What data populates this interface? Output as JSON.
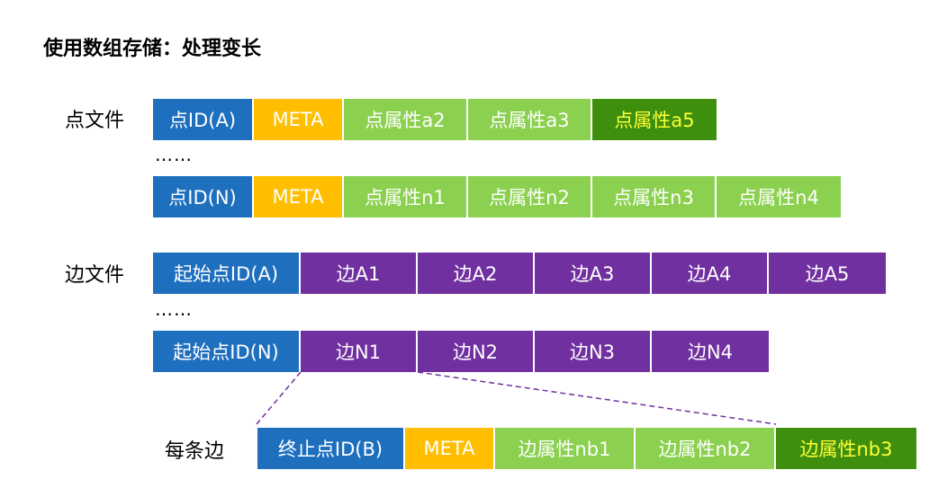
{
  "title": "使用数组存储：处理变长",
  "ellipsis": "……",
  "labels": {
    "point_file": "点文件",
    "edge_file": "边文件",
    "per_edge": "每条边"
  },
  "point_row_a": [
    "点ID(A)",
    "META",
    "点属性a2",
    "点属性a3",
    "点属性a5"
  ],
  "point_row_n": [
    "点ID(N)",
    "META",
    "点属性n1",
    "点属性n2",
    "点属性n3",
    "点属性n4"
  ],
  "edge_row_a": [
    "起始点ID(A)",
    "边A1",
    "边A2",
    "边A3",
    "边A4",
    "边A5"
  ],
  "edge_row_n": [
    "起始点ID(N)",
    "边N1",
    "边N2",
    "边N3",
    "边N4"
  ],
  "edge_detail": [
    "终止点ID(B)",
    "META",
    "边属性nb1",
    "边属性nb2",
    "边属性nb3"
  ],
  "colors": {
    "id": "#1f6fbf",
    "meta": "#ffbf00",
    "attr": "#8bd14f",
    "attr_highlight": "#3f8f0f",
    "highlight_text": "#ffff33",
    "edge": "#7030a0"
  }
}
